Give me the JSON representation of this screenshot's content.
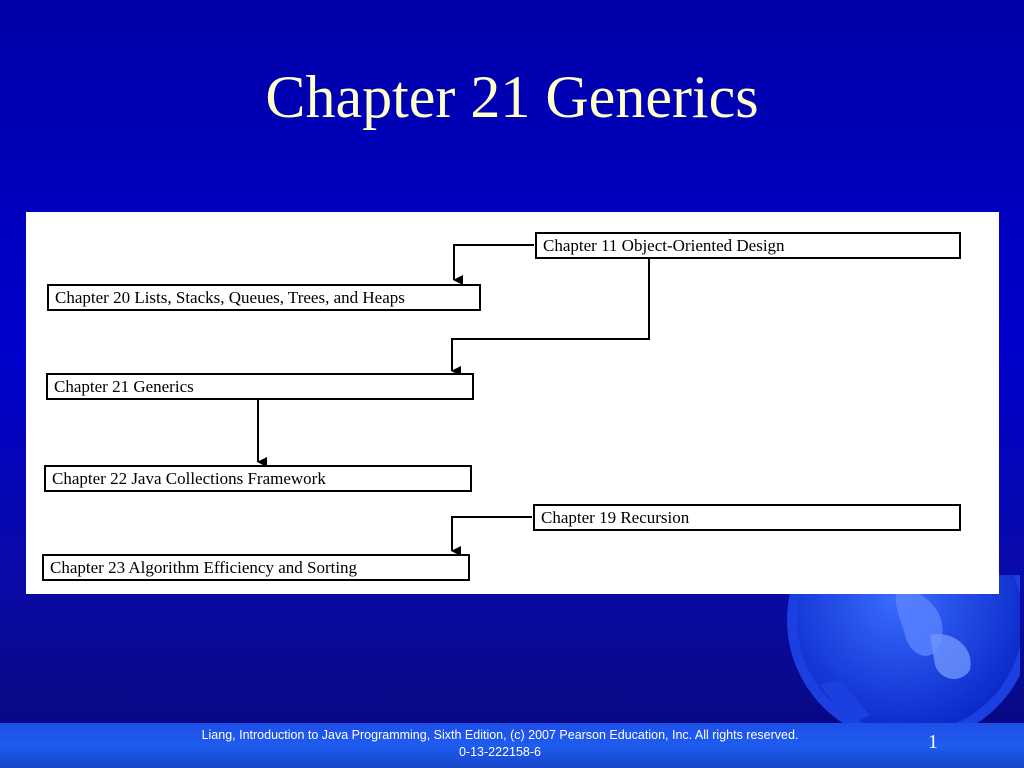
{
  "slide": {
    "title": "Chapter 21 Generics"
  },
  "diagram": {
    "nodes": {
      "ch11": "Chapter 11 Object-Oriented Design",
      "ch20": "Chapter 20 Lists, Stacks, Queues, Trees, and Heaps",
      "ch21": "Chapter 21 Generics",
      "ch22": "Chapter 22 Java Collections Framework",
      "ch19": "Chapter 19 Recursion",
      "ch23": "Chapter 23 Algorithm Efficiency and Sorting"
    },
    "edges": [
      {
        "from": "ch11",
        "to": "ch20"
      },
      {
        "from": "ch11",
        "to": "ch21"
      },
      {
        "from": "ch21",
        "to": "ch22"
      },
      {
        "from": "ch19",
        "to": "ch23"
      }
    ]
  },
  "footer": {
    "copyright": "Liang, Introduction to Java Programming, Sixth Edition, (c) 2007 Pearson Education, Inc. All rights reserved. 0-13-222158-6",
    "page_number": "1"
  }
}
